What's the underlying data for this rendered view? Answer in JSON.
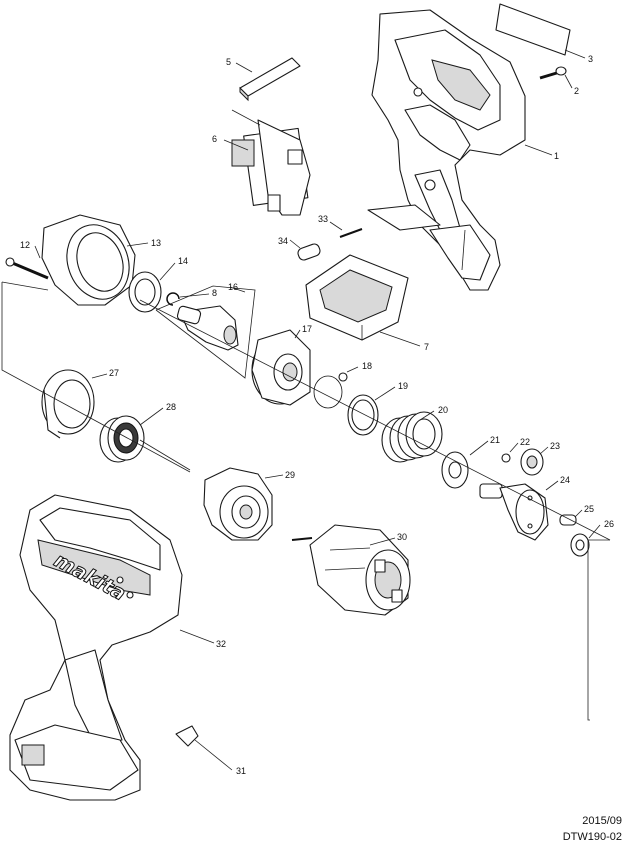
{
  "diagram": {
    "part_numbers": [
      "1",
      "2",
      "3",
      "5",
      "6",
      "7",
      "8",
      "12",
      "13",
      "14",
      "16",
      "17",
      "18",
      "19",
      "20",
      "21",
      "22",
      "23",
      "24",
      "25",
      "26",
      "27",
      "28",
      "29",
      "30",
      "31",
      "32",
      "33",
      "34"
    ]
  },
  "footer": {
    "date": "2015/09",
    "model": "DTW190-02"
  },
  "brand_text": "makita"
}
